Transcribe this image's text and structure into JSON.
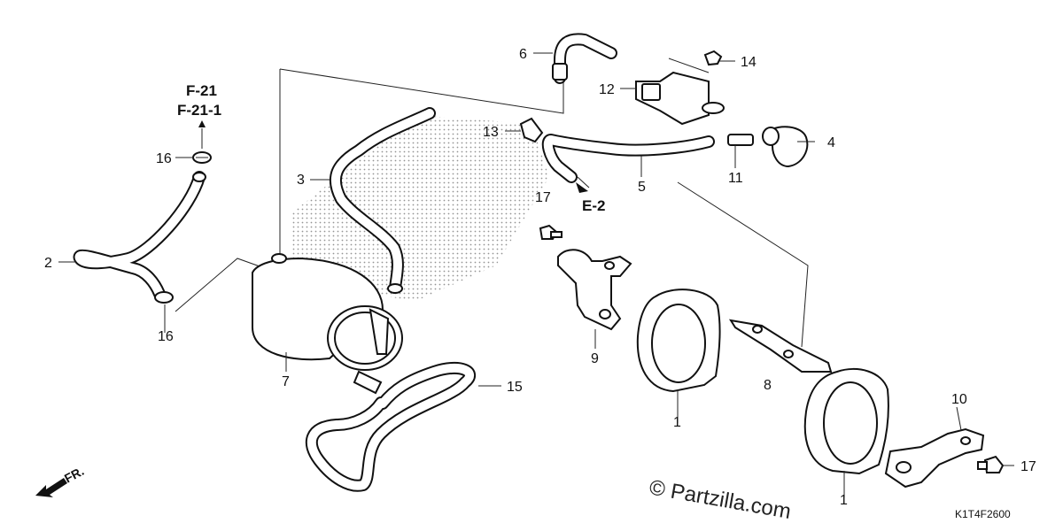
{
  "diagram": {
    "callouts": {
      "c1a": "1",
      "c1b": "1",
      "c2": "2",
      "c3": "3",
      "c4": "4",
      "c5": "5",
      "c6": "6",
      "c7": "7",
      "c8": "8",
      "c9": "9",
      "c10": "10",
      "c11": "11",
      "c12": "12",
      "c13": "13",
      "c14": "14",
      "c15": "15",
      "c16a": "16",
      "c16b": "16",
      "c17a": "17",
      "c17b": "17"
    },
    "refs": {
      "f21": "F-21",
      "f211": "F-21-1",
      "e2": "E-2"
    },
    "front_arrow_label": "FR.",
    "watermark": "© Partzilla.com",
    "diagram_code": "K1T4F2600"
  }
}
